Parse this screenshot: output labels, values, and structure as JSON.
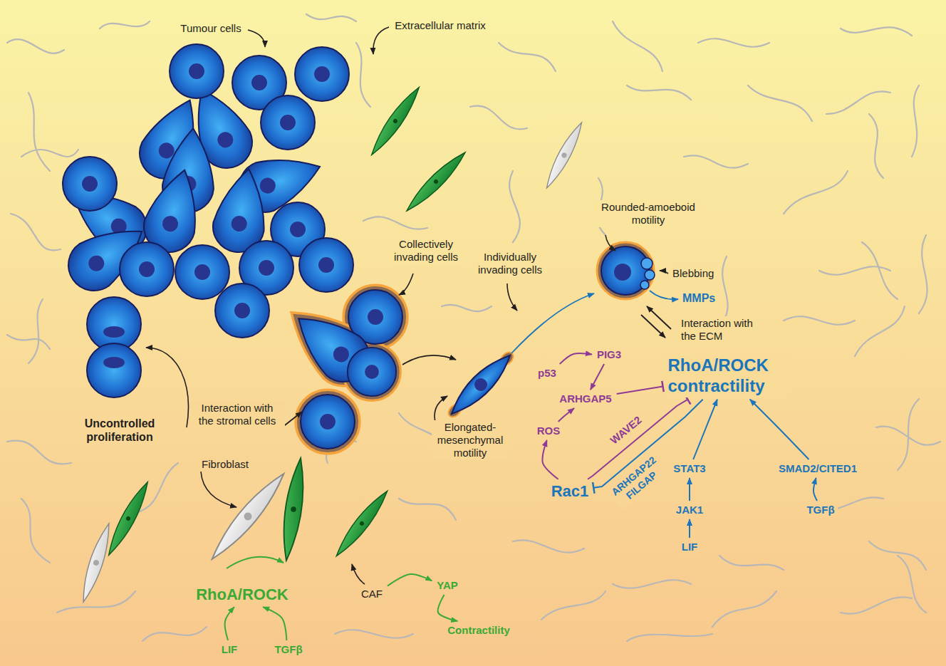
{
  "diagram": {
    "nodes": [
      {
        "text": [
          "p53"
        ]
      },
      {
        "text": [
          "PIG3"
        ]
      },
      {
        "text": [
          "ARHGAP5"
        ]
      },
      {
        "text": [
          "RhoA/ROCK contractility"
        ]
      },
      {
        "text": [
          "ROS"
        ]
      },
      {
        "text": [
          "Rac1"
        ]
      },
      {
        "text": [
          "STAT3"
        ]
      },
      {
        "text": [
          "JAK1"
        ]
      },
      {
        "text": [
          "LIF"
        ]
      },
      {
        "text": [
          "SMAD2/CITED1"
        ]
      },
      {
        "text": [
          "TGFβ"
        ]
      },
      {
        "text": [
          "RhoA/ROCK"
        ]
      },
      {
        "text": [
          "LIF"
        ]
      },
      {
        "text": [
          "TGFβ"
        ]
      },
      {
        "text": [
          "YAP"
        ]
      },
      {
        "text": [
          "Contractility"
        ]
      },
      {
        "text": [
          "CAF"
        ]
      }
    ],
    "edges": [
      {
        "from": 0,
        "to": 1,
        "arrow": "to"
      },
      {
        "from": 1,
        "to": 2,
        "arrow": "to"
      },
      {
        "from": 2,
        "to": 3,
        "arrow": "to"
      },
      {
        "from": 5,
        "to": 4,
        "arrow": "to"
      },
      {
        "from": 4,
        "to": 2,
        "arrow": "to"
      },
      {
        "from": 5,
        "to": 3,
        "label": "WAVE2",
        "arrow": "to"
      },
      {
        "from": 3,
        "to": 5,
        "label": "ARHGAP22 FILGAP",
        "arrow": "to"
      },
      {
        "from": 6,
        "to": 3,
        "arrow": "to"
      },
      {
        "from": 7,
        "to": 6,
        "arrow": "to"
      },
      {
        "from": 8,
        "to": 7,
        "arrow": "to"
      },
      {
        "from": 9,
        "to": 3,
        "arrow": "to"
      },
      {
        "from": 10,
        "to": 9,
        "arrow": "to"
      },
      {
        "from": 12,
        "to": 11,
        "arrow": "to"
      },
      {
        "from": 13,
        "to": 11,
        "arrow": "to"
      },
      {
        "from": 16,
        "to": 14,
        "arrow": "to"
      },
      {
        "from": 14,
        "to": 15,
        "arrow": "to"
      }
    ],
    "labels": [
      "Tumour cells",
      "Extracellular matrix",
      "Collectively invading cells",
      "Individually invading cells",
      "Rounded-amoeboid motility",
      "Blebbing",
      "MMPs",
      "Interaction with the ECM",
      "Uncontrolled proliferation",
      "Interaction with the stromal cells",
      "Elongated-mesenchymal motility",
      "Fibroblast"
    ]
  }
}
